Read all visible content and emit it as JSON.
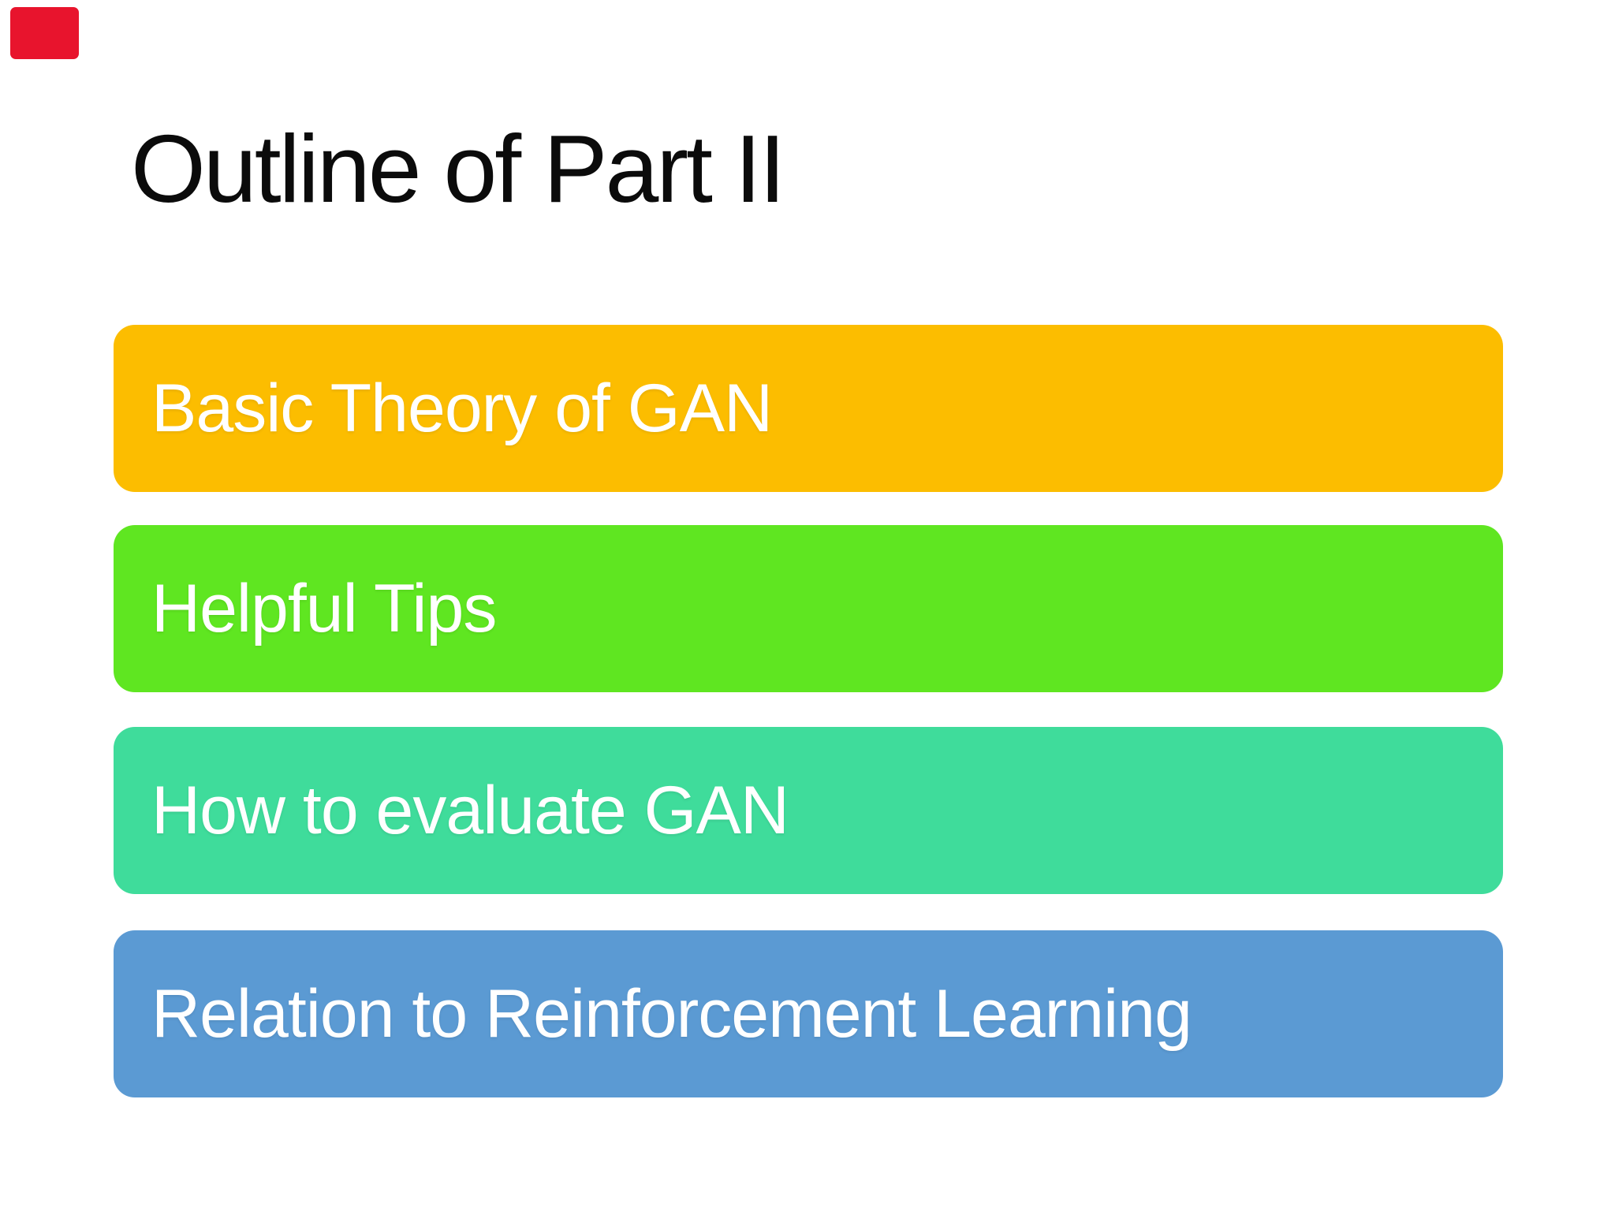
{
  "slide": {
    "title": "Outline of Part II",
    "title_color": "#0b0b0b",
    "background_color": "#ffffff",
    "corner_marker": {
      "icon": "red-rectangle-marker",
      "color": "#e8142d"
    },
    "items": [
      {
        "label": "Basic Theory of GAN",
        "color": "#fcbd00",
        "text_color": "#ffffff"
      },
      {
        "label": "Helpful Tips",
        "color": "#5fe621",
        "text_color": "#ffffff"
      },
      {
        "label": "How to evaluate GAN",
        "color": "#3fdc9b",
        "text_color": "#ffffff"
      },
      {
        "label": "Relation to Reinforcement Learning",
        "color": "#5b9ad3",
        "text_color": "#ffffff"
      }
    ]
  }
}
